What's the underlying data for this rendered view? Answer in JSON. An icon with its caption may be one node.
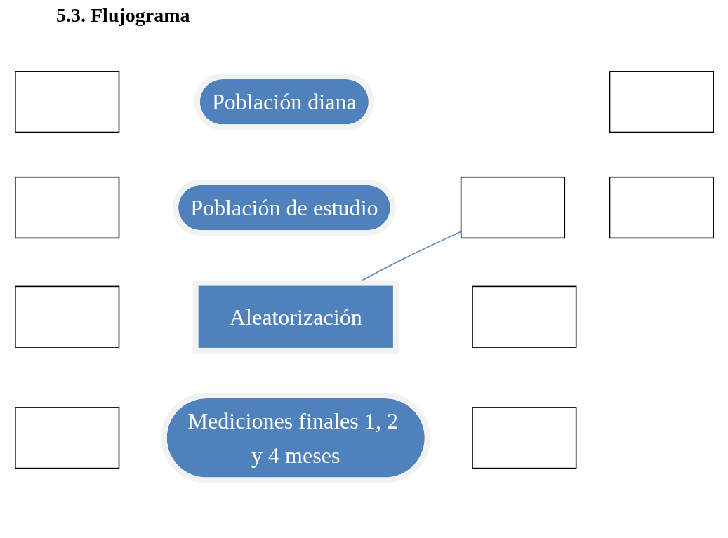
{
  "diagram": {
    "title": "5.3. Flujograma",
    "nodes": [
      {
        "text": [],
        "shape": "box"
      },
      {
        "text": [],
        "shape": "box"
      },
      {
        "text": [
          "Población diana"
        ]
      },
      {
        "text": [
          "Población de estudio"
        ]
      },
      {
        "text": [],
        "shape": "box"
      },
      {
        "text": [],
        "shape": "box"
      },
      {
        "text": [],
        "shape": "box"
      },
      {
        "text": [],
        "shape": "box"
      },
      {
        "text": [],
        "shape": "box"
      },
      {
        "text": [
          "Aleatorización"
        ]
      },
      {
        "text": [
          "Mediciones finales 1, 2 y 4 meses"
        ]
      },
      {
        "text": [],
        "shape": "box"
      },
      {
        "text": [],
        "shape": "box"
      }
    ],
    "edges": [
      {
        "from": 6,
        "to": 9,
        "arrow": "none",
        "color": "#4f81bd"
      }
    ]
  }
}
